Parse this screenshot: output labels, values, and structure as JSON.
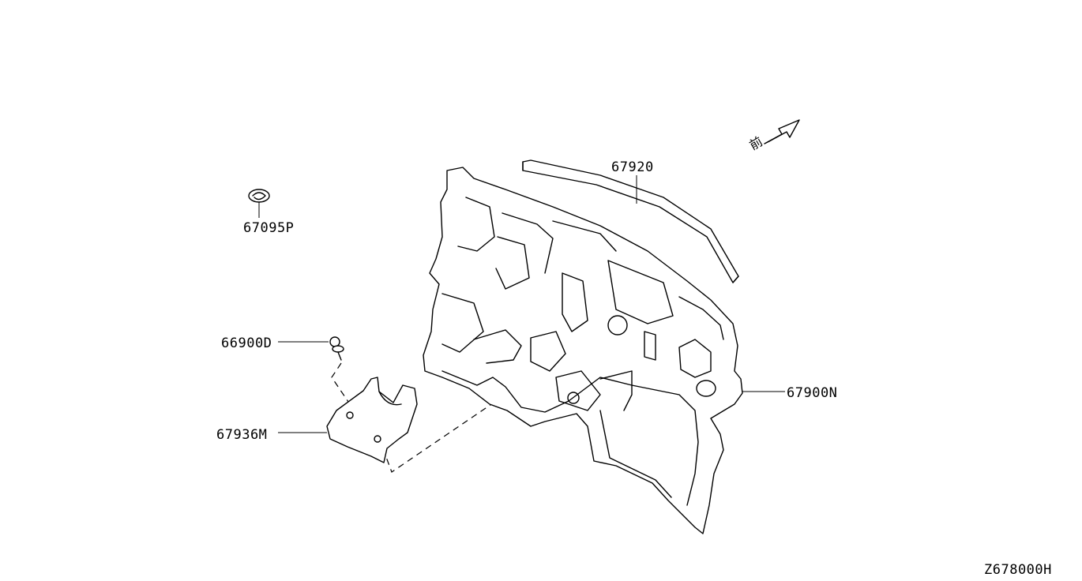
{
  "diagram": {
    "callouts": {
      "part_67920": "67920",
      "part_67095p": "67095P",
      "part_66900d": "66900D",
      "part_67936m": "67936M",
      "part_67900n": "67900N"
    },
    "direction_glyph": "前",
    "drawing_code": "Z678000H"
  }
}
